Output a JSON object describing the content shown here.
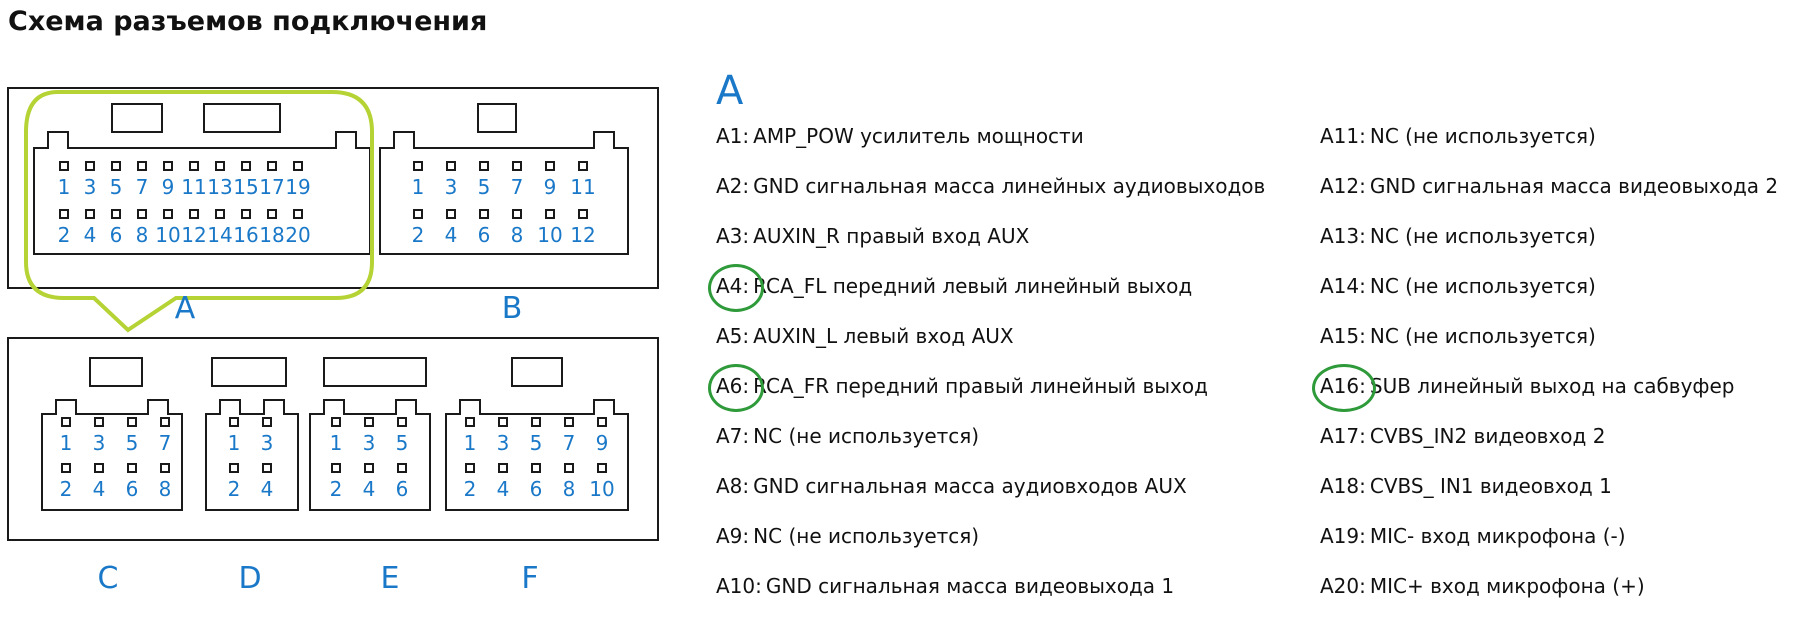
{
  "title": "Схема разъемов подключения",
  "colors": {
    "pin_text": "#1a78c8",
    "outline": "#1a1a1a",
    "highlight_shape": "#b5d334",
    "highlight_circle": "#2e9a3a"
  },
  "connectors": {
    "A": {
      "label": "A",
      "top_pins": [
        "1",
        "3",
        "5",
        "7",
        "9",
        "11",
        "13",
        "15",
        "17",
        "19"
      ],
      "bottom_pins": [
        "2",
        "4",
        "6",
        "8",
        "10",
        "12",
        "14",
        "16",
        "18",
        "20"
      ]
    },
    "B": {
      "label": "B",
      "top_pins": [
        "1",
        "3",
        "5",
        "7",
        "9",
        "11"
      ],
      "bottom_pins": [
        "2",
        "4",
        "6",
        "8",
        "10",
        "12"
      ]
    },
    "C": {
      "label": "C",
      "top_pins": [
        "1",
        "3",
        "5",
        "7"
      ],
      "bottom_pins": [
        "2",
        "4",
        "6",
        "8"
      ]
    },
    "D": {
      "label": "D",
      "top_pins": [
        "1",
        "3"
      ],
      "bottom_pins": [
        "2",
        "4"
      ]
    },
    "E": {
      "label": "E",
      "top_pins": [
        "1",
        "3",
        "5"
      ],
      "bottom_pins": [
        "2",
        "4",
        "6"
      ]
    },
    "F": {
      "label": "F",
      "top_pins": [
        "1",
        "3",
        "5",
        "7",
        "9"
      ],
      "bottom_pins": [
        "2",
        "4",
        "6",
        "8",
        "10"
      ]
    }
  },
  "pinout": {
    "group": "A",
    "left": [
      {
        "id": "A1:",
        "desc": "AMP_POW усилитель мощности",
        "highlighted": false
      },
      {
        "id": "A2:",
        "desc": "GND сигнальная масса линейных аудиовыходов",
        "highlighted": false
      },
      {
        "id": "A3:",
        "desc": "AUXIN_R  правый вход AUX",
        "highlighted": false
      },
      {
        "id": "A4:",
        "desc": "RCA_FL  передний левый линейный выход",
        "highlighted": true
      },
      {
        "id": "A5:",
        "desc": "AUXIN_L  левый вход AUX",
        "highlighted": false
      },
      {
        "id": "A6:",
        "desc": "RCA_FR передний правый линейный выход",
        "highlighted": true
      },
      {
        "id": "A7:",
        "desc": "NC (не используется)",
        "highlighted": false
      },
      {
        "id": "A8:",
        "desc": "GND сигнальная масса аудиовходов AUX",
        "highlighted": false
      },
      {
        "id": "A9:",
        "desc": "NC (не используется)",
        "highlighted": false
      },
      {
        "id": "A10:",
        "desc": "GND сигнальная масса видеовыхода 1",
        "highlighted": false
      }
    ],
    "right": [
      {
        "id": "A11:",
        "desc": "NC (не используется)",
        "highlighted": false
      },
      {
        "id": "A12:",
        "desc": "GND сигнальная масса видеовыхода 2",
        "highlighted": false
      },
      {
        "id": "A13:",
        "desc": "NC (не используется)",
        "highlighted": false
      },
      {
        "id": "A14:",
        "desc": "NC (не используется)",
        "highlighted": false
      },
      {
        "id": "A15:",
        "desc": "NC (не используется)",
        "highlighted": false
      },
      {
        "id": "A16:",
        "desc": "SUB линейный выход на сабвуфер",
        "highlighted": true
      },
      {
        "id": "A17:",
        "desc": "CVBS_IN2 видеовход 2",
        "highlighted": false
      },
      {
        "id": "A18:",
        "desc": "CVBS_ IN1 видеовход 1",
        "highlighted": false
      },
      {
        "id": "A19:",
        "desc": "MIC-  вход микрофона (-)",
        "highlighted": false
      },
      {
        "id": "A20:",
        "desc": "MIC+ вход микрофона (+)",
        "highlighted": false
      }
    ]
  }
}
